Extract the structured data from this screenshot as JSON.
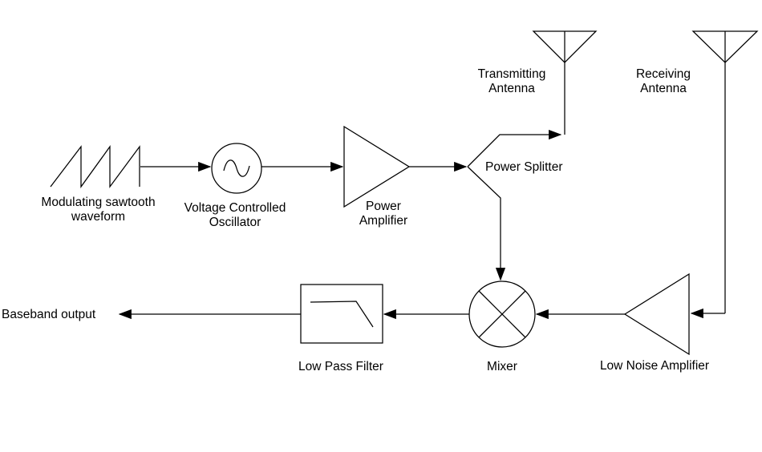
{
  "diagram": {
    "colors": {
      "background": "#ffffff",
      "stroke": "#000000",
      "text": "#000000"
    },
    "labels": {
      "modulating_waveform": {
        "line1": "Modulating sawtooth",
        "line2": "waveform"
      },
      "vco": {
        "line1": "Voltage Controlled",
        "line2": "Oscillator"
      },
      "power_amplifier": {
        "line1": "Power",
        "line2": "Amplifier"
      },
      "power_splitter": {
        "text": "Power Splitter"
      },
      "transmitting_antenna": {
        "line1": "Transmitting",
        "line2": "Antenna"
      },
      "receiving_antenna": {
        "line1": "Receiving",
        "line2": "Antenna"
      },
      "low_noise_amplifier": {
        "text": "Low Noise Amplifier"
      },
      "mixer": {
        "text": "Mixer"
      },
      "low_pass_filter": {
        "text": "Low Pass Filter"
      },
      "baseband_output": {
        "text": "Baseband output"
      }
    },
    "symbols": {
      "modulating_waveform": "sawtooth-wave",
      "vco": "circle-with-sine",
      "power_amplifier": "right-pointing-triangle",
      "power_splitter": "wire-junction",
      "transmitting_antenna": "antenna",
      "receiving_antenna": "antenna",
      "low_noise_amplifier": "left-pointing-triangle",
      "mixer": "circle-with-x",
      "low_pass_filter": "box-with-lowpass-curve",
      "baseband_output": "arrow-out"
    },
    "connections": [
      {
        "from": "modulating_waveform",
        "to": "vco"
      },
      {
        "from": "vco",
        "to": "power_amplifier"
      },
      {
        "from": "power_amplifier",
        "to": "power_splitter"
      },
      {
        "from": "power_splitter",
        "to": "transmitting_antenna"
      },
      {
        "from": "power_splitter",
        "to": "mixer"
      },
      {
        "from": "receiving_antenna",
        "to": "low_noise_amplifier"
      },
      {
        "from": "low_noise_amplifier",
        "to": "mixer"
      },
      {
        "from": "mixer",
        "to": "low_pass_filter"
      },
      {
        "from": "low_pass_filter",
        "to": "baseband_output"
      }
    ]
  }
}
